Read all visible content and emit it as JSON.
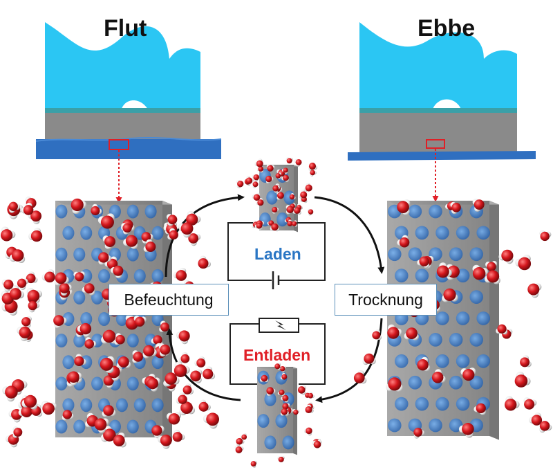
{
  "titles": {
    "left": "Flut",
    "right": "Ebbe"
  },
  "labels": {
    "humidification": "Befeuchtung",
    "drying": "Trocknung",
    "charge": "Laden",
    "discharge": "Entladen"
  },
  "colors": {
    "water": "#2bc6f3",
    "substrate": "#8a8a8a",
    "base": "#2f6fc0",
    "charge_text": "#2a76c4",
    "discharge_text": "#e01f26",
    "molecule_oxygen": "#d4161c",
    "molecule_hydrogen": "#f2f2f2",
    "pore": "#3d86d9",
    "marker": "#e01f26"
  }
}
